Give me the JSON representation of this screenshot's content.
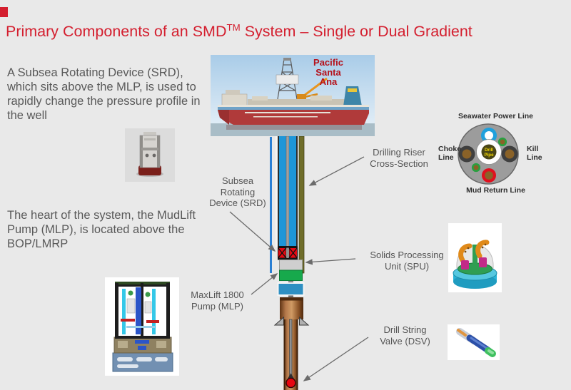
{
  "slide": {
    "bg_color": "#e9e9e9",
    "accent_color": "#d41f2f",
    "title": {
      "prefix": "Primary Components of an SMD",
      "sup": "TM",
      "suffix": " System – Single or Dual Gradient"
    },
    "body_text": {
      "srd_paragraph": "A Subsea Rotating Device (SRD), which sits above the MLP, is used to rapidly change the pressure profile in the well",
      "mlp_paragraph": "The heart of the system, the MudLift Pump (MLP), is located above the BOP/LMRP"
    },
    "ship": {
      "name_line1": "Pacific",
      "name_line2": "Santa",
      "name_line3": "Ana",
      "name_color": "#b5121b"
    },
    "callouts": {
      "srd": {
        "line1": "Subsea",
        "line2": "Rotating",
        "line3": "Device (SRD)"
      },
      "riser_cs": {
        "line1": "Drilling Riser",
        "line2": "Cross-Section"
      },
      "spu": {
        "line1": "Solids Processing",
        "line2": "Unit (SPU)"
      },
      "mlp": {
        "line1": "MaxLift 1800",
        "line2": "Pump (MLP)"
      },
      "dsv": {
        "line1": "Drill String",
        "line2": "Valve (DSV)"
      }
    },
    "cross_section": {
      "top_label": "Seawater Power Line",
      "left_label_line1": "Choke",
      "left_label_line2": "Line",
      "right_label_line1": "Kill",
      "right_label_line2": "Line",
      "bottom_label": "Mud Return Line",
      "center_line1": "Drill",
      "center_line2": "Pipe",
      "colors": {
        "riser_body": "#9c9c9c",
        "seawater_line_blue": "#1fa0dc",
        "mud_return_ring_red": "#e0101e",
        "choke_kill_outer": "#3f3f3f",
        "bore_brown": "#8a6228",
        "power_ring_green": "#28a040",
        "drill_pipe_text_yellow": "#f5d800"
      }
    },
    "diagram_colors": {
      "riser_blue": "#1e96d8",
      "olive_line": "#6f6d2a",
      "srd_red": "#e60812",
      "spu_gray": "#cfcfcf",
      "mlp_green": "#17a94c",
      "bop_blue": "#2e8fc2",
      "well_brown": "#8a5226",
      "arrow_gray": "#6b6b6b"
    }
  }
}
